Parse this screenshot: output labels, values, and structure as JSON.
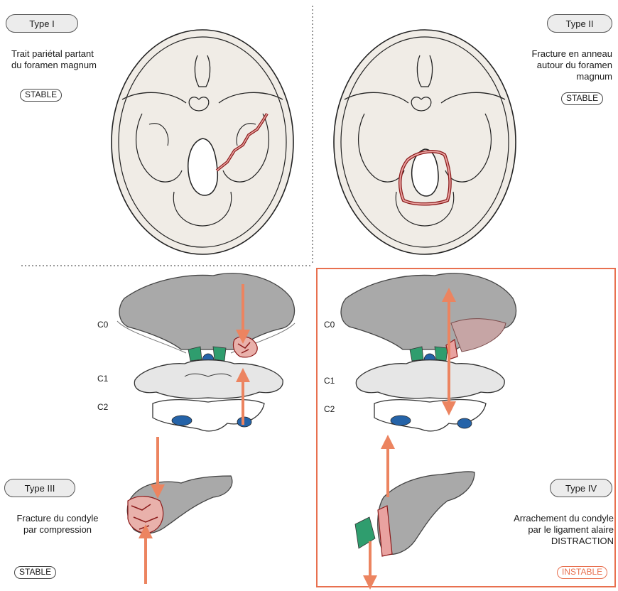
{
  "panels": {
    "type1": {
      "label": "Type I",
      "desc": [
        "Trait pariétal partant",
        "du foramen magnum"
      ],
      "status": "STABLE"
    },
    "type2": {
      "label": "Type II",
      "desc": [
        "Fracture en anneau",
        "autour du foramen",
        "magnum"
      ],
      "status": "STABLE"
    },
    "type3": {
      "label": "Type III",
      "desc": [
        "Fracture du condyle",
        "par compression"
      ],
      "status": "STABLE"
    },
    "type4": {
      "label": "Type IV",
      "desc": [
        "Arrachement du condyle",
        "par le ligament alaire",
        "DISTRACTION"
      ],
      "status": "INSTABLE"
    }
  },
  "levels": {
    "c0": "C0",
    "c1": "C1",
    "c2": "C2"
  },
  "colors": {
    "arrow": "#ec8460",
    "fracture": "#c0504d",
    "skull_fill": "#f0ece6",
    "bone_gray": "#a9a9a9",
    "ligament_green": "#2f9d6e",
    "dens_blue": "#2563a8",
    "instable_frame": "#e8704f"
  }
}
